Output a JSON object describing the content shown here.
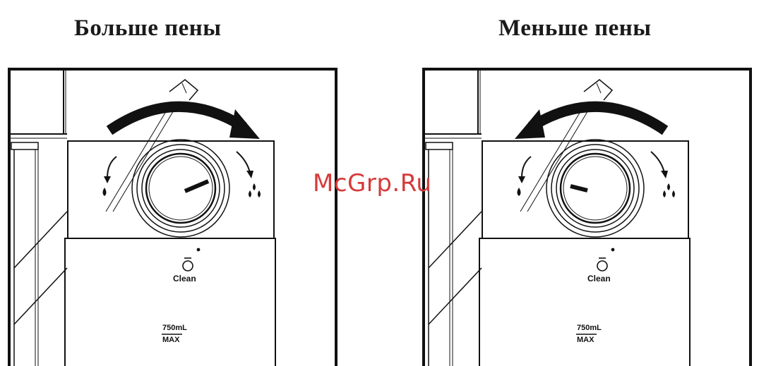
{
  "headings": {
    "left": "Больше пены",
    "right": "Меньше пены"
  },
  "watermark": "McGrp.Ru",
  "device": {
    "clean_label": "Clean",
    "volume_label": "750mL",
    "max_label": "MAX"
  },
  "icons": {
    "rotation_left_panel": "clockwise-arrow-icon",
    "rotation_right_panel": "counterclockwise-arrow-icon",
    "less_foam": "single-drop-icon",
    "more_foam": "triple-drop-icon"
  },
  "colors": {
    "line": "#111111",
    "watermark": "#d63a3a"
  }
}
